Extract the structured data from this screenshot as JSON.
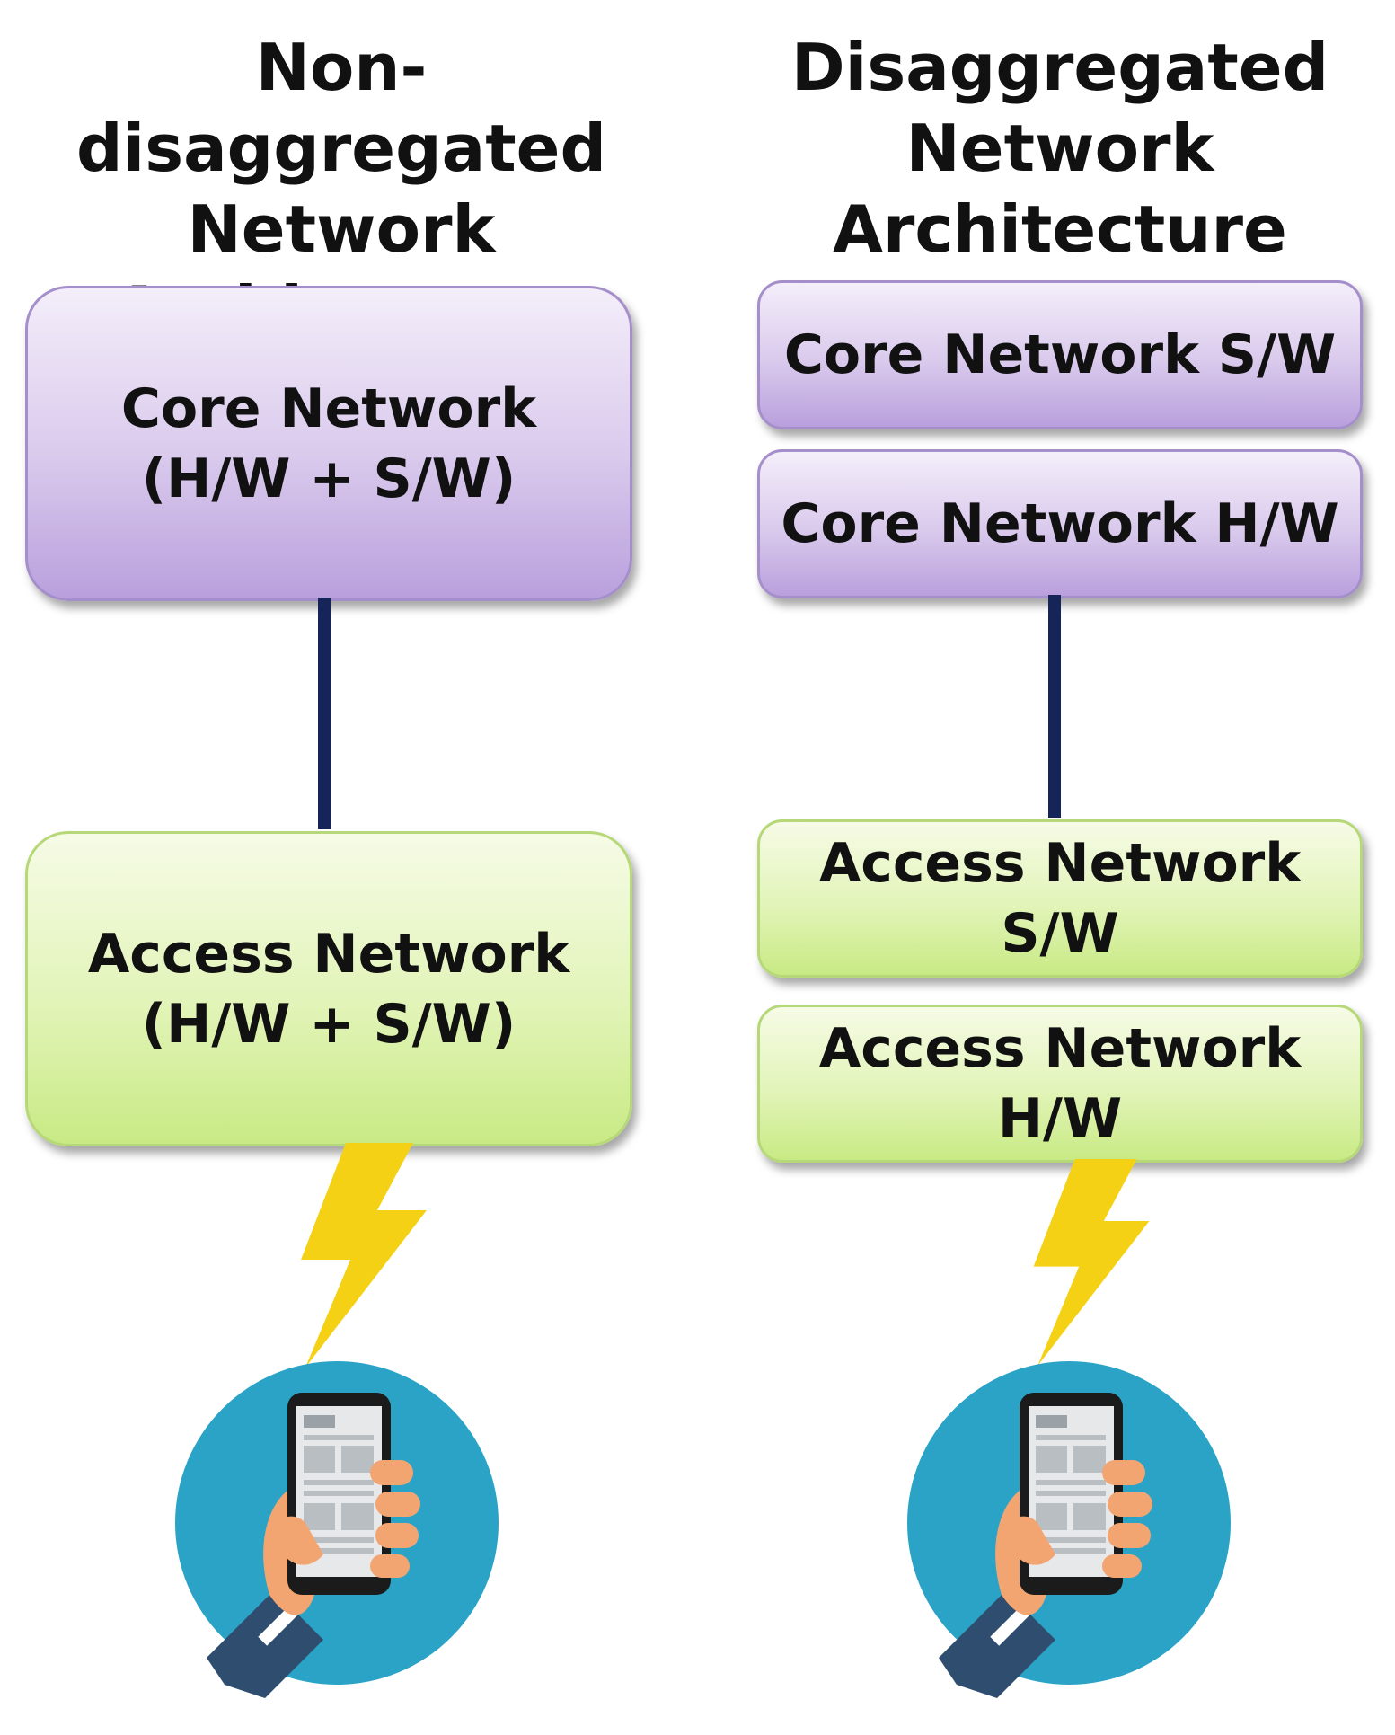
{
  "left": {
    "title": "Non-disaggregated\nNetwork\nArchitecture",
    "core": "Core Network\n(H/W + S/W)",
    "access": "Access Network\n(H/W + S/W)"
  },
  "right": {
    "title": "Disaggregated\nNetwork\nArchitecture",
    "core_sw": "Core Network S/W",
    "core_hw": "Core Network H/W",
    "access_sw": "Access Network S/W",
    "access_hw": "Access Network H/W"
  },
  "colors": {
    "core": "#d9c9ec",
    "access": "#e2f4b8",
    "link": "#152459",
    "bolt": "#f5d116",
    "device_circle": "#2aa3c6"
  },
  "icons": [
    "lightning-bolt-icon",
    "hand-holding-phone-icon"
  ]
}
